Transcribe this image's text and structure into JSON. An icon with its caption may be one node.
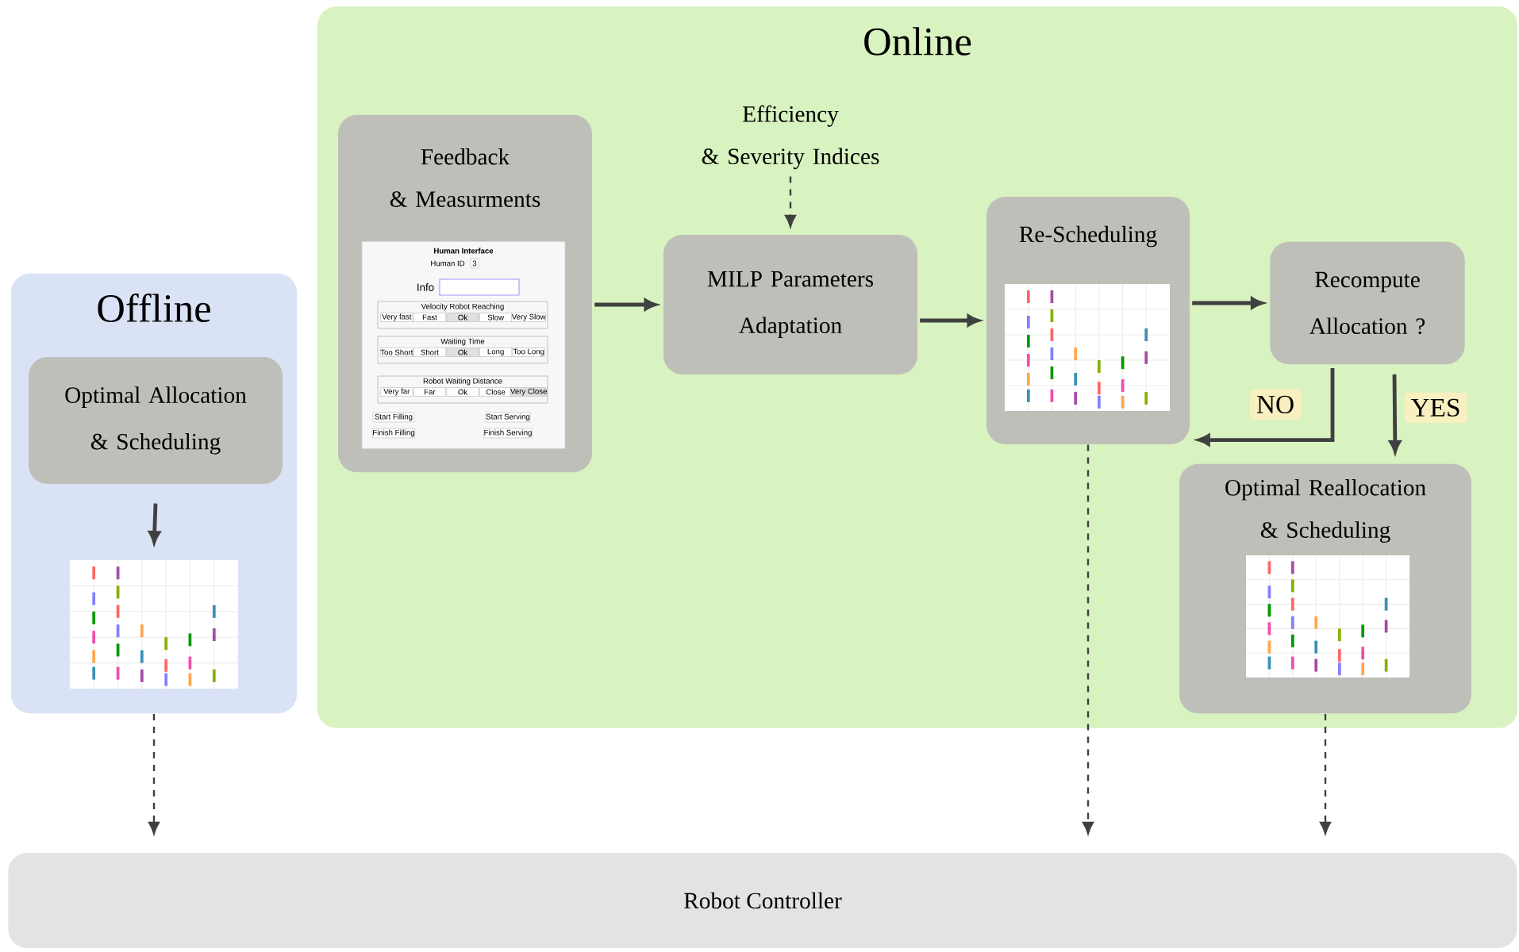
{
  "diagram": {
    "nodes": [
      {
        "text": [
          "Offline"
        ]
      },
      {
        "text": [
          "Optimal Allocation & Scheduling"
        ],
        "in": 0
      },
      {
        "text": [],
        "shape": "picture",
        "in": 0
      },
      {
        "text": [
          "Online"
        ]
      },
      {
        "text": [
          "Feedback & Measurments"
        ],
        "in": 3
      },
      {
        "text": [],
        "shape": "picture",
        "in": 4
      },
      {
        "text": [
          "Efficiency & Severity Indices"
        ],
        "in": 3
      },
      {
        "text": [
          "MILP Parameters Adaptation"
        ],
        "in": 3
      },
      {
        "text": [
          "Re-Scheduling"
        ],
        "in": 3
      },
      {
        "text": [],
        "shape": "picture",
        "in": 8
      },
      {
        "text": [
          "Recompute Allocation ?"
        ],
        "in": 3
      },
      {
        "text": [
          "Optimal Reallocation & Scheduling"
        ],
        "in": 3
      },
      {
        "text": [],
        "shape": "picture",
        "in": 11
      },
      {
        "text": [
          "Robot Controller"
        ]
      }
    ],
    "edges": [
      {
        "from": 1,
        "to": 2,
        "arrow": "to"
      },
      {
        "from": 0,
        "to": 13,
        "arrow": "to",
        "style": "dashed"
      },
      {
        "from": 4,
        "to": 7,
        "arrow": "to"
      },
      {
        "from": 6,
        "to": 7,
        "arrow": "to",
        "style": "dashed"
      },
      {
        "from": 7,
        "to": 8,
        "arrow": "to"
      },
      {
        "from": 8,
        "to": 10,
        "arrow": "to"
      },
      {
        "from": 10,
        "to": 8,
        "arrow": "to",
        "label": "NO"
      },
      {
        "from": 10,
        "to": 11,
        "arrow": "to",
        "label": "YES"
      },
      {
        "from": 8,
        "to": 13,
        "arrow": "to",
        "style": "dashed"
      },
      {
        "from": 11,
        "to": 13,
        "arrow": "to",
        "style": "dashed"
      }
    ],
    "labels": [
      "Human Interface",
      "Human ID",
      "3",
      "Info",
      "Velocity Robot Reaching",
      "Very fast",
      "Fast",
      "Ok",
      "Slow",
      "Very Slow",
      "Waiting Time",
      "Too Short",
      "Short",
      "Ok",
      "Long",
      "Too Long",
      "Robot Waiting Distance",
      "Very far",
      "Far",
      "Ok",
      "Close",
      "Very Close",
      "Start Filling",
      "Start Serving",
      "Finish Filling",
      "Finish Serving"
    ]
  }
}
